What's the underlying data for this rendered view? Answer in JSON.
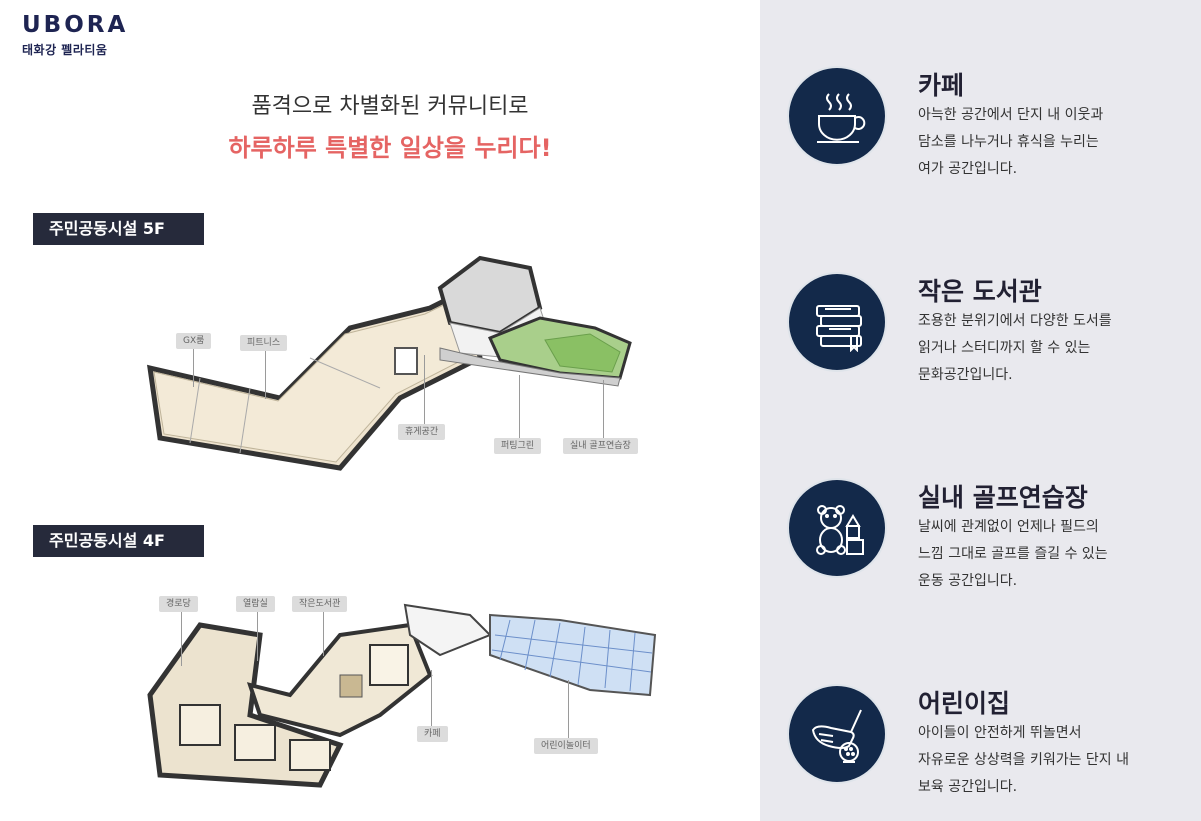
{
  "brand": {
    "logo": "UBORA",
    "subtitle": "태화강 펠라티움"
  },
  "headline": {
    "line1": "품격으로 차별화된 커뮤니티로",
    "line2": "하루하루 특별한 일상을 누리다!"
  },
  "floors": [
    {
      "label": "주민공동시설 5F",
      "tags": [
        "GX룸",
        "피트니스",
        "휴게공간",
        "퍼팅그린",
        "실내 골프연습장"
      ]
    },
    {
      "label": "주민공동시설 4F",
      "tags": [
        "경로당",
        "열람실",
        "작은도서관",
        "카페",
        "어린이놀이터"
      ]
    }
  ],
  "features": [
    {
      "title": "카페",
      "icon": "coffee-cup-icon",
      "description": "아늑한 공간에서 단지 내 이웃과\n담소를 나누거나 휴식을 누리는\n여가 공간입니다."
    },
    {
      "title": "작은 도서관",
      "icon": "books-icon",
      "description": "조용한 분위기에서 다양한 도서를\n읽거나 스터디까지 할 수 있는\n문화공간입니다."
    },
    {
      "title": "실내 골프연습장",
      "icon": "teddy-bear-blocks-icon",
      "description": "날씨에 관계없이 언제나 필드의\n느낌 그대로 골프를 즐길 수 있는\n운동 공간입니다."
    },
    {
      "title": "어린이집",
      "icon": "golf-club-ball-icon",
      "description": "아이들이 안전하게 뛰놀면서\n자유로운 상상력을 키워가는 단지 내\n보육 공간입니다."
    }
  ],
  "colors": {
    "navy": "#1e2452",
    "accent": "#e56463",
    "panel": "#e9e9ee",
    "circle": "#13294a",
    "label_bg": "#262a3b"
  }
}
